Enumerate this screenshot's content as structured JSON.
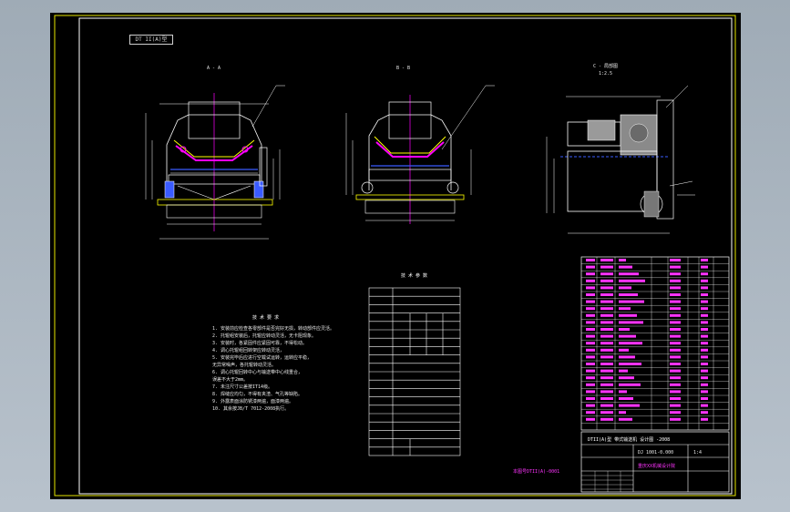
{
  "drawing": {
    "sheet_tag": "DT II(A)型",
    "views": [
      {
        "id": "view-a",
        "label": "A - A"
      },
      {
        "id": "view-b",
        "label": "B - B"
      },
      {
        "id": "view-c",
        "label": "C - 局部图",
        "sublabel": "1:2.5"
      }
    ],
    "tech_requirements_title": "技 术 要 求",
    "tech_requirements": [
      "1. 安装前应检查各零部件是否完好无损，转动部件应灵活。",
      "2. 托辊组安装后，托辊应转动灵活，无卡阻现象。",
      "3. 安装时，各紧固件应紧固可靠，不得松动。",
      "4. 调心托辊组回转架应转动灵活，",
      "5. 安装完毕后应进行空载试运转，运转应平稳，",
      "   无异常噪声，各托辊转动灵活。",
      "6. 调心托辊回转中心与输送带中心线重合，",
      "   误差不大于2mm。",
      "7. 未注尺寸公差按IT14级。",
      "8. 焊缝应均匀，不得有夹渣、气孔等缺陷。",
      "9. 外露表面涂防锈漆两遍，面漆两遍。",
      "10. 其余按JB/T 7012-2008执行。"
    ],
    "param_table_title": "技 术 参 数",
    "drawing_number_note": "本图号DTII(A)-0001",
    "title_block": {
      "main_title": "DTII(A)型 带式输送机 设计图 -2008",
      "drawing_no": "DJ 1001-0.000",
      "scale": "1:4",
      "company": "重庆XX机械设计院"
    }
  },
  "colors": {
    "background": "#000000",
    "line_white": "#ffffff",
    "line_magenta": "#ff00ff",
    "line_yellow": "#ffff00",
    "line_blue": "#3a5bff",
    "line_cyan": "#00ffff",
    "frame_yellow": "#e6e600"
  }
}
